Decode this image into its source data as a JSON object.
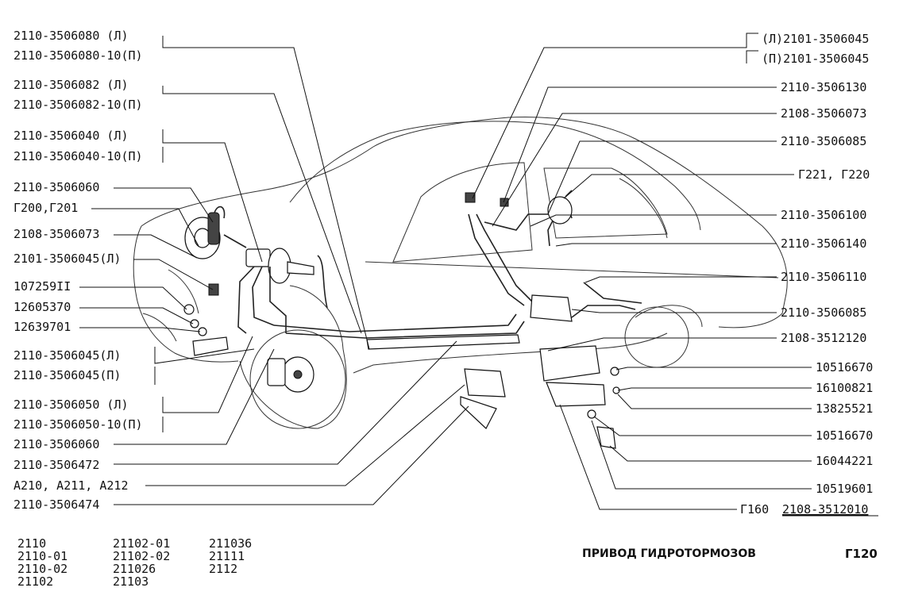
{
  "left_labels": [
    "2110-3506080    (Л)",
    "2110-3506080-10(П)",
    "2110-3506082    (Л)",
    "2110-3506082-10(П)",
    "2110-3506040    (Л)",
    "2110-3506040-10(П)",
    "2110-3506060",
    "Г200,Г201",
    "2108-3506073",
    "2101-3506045(Л)",
    "107259II",
    "12605370",
    "12639701",
    "2110-3506045(Л)",
    "2110-3506045(П)",
    "2110-3506050    (Л)",
    "2110-3506050-10(П)",
    "2110-3506060",
    "2110-3506472",
    "А210, А211, А212",
    "2110-3506474"
  ],
  "right_labels": [
    "(Л)2101-3506045",
    "(П)2101-3506045",
    "2110-3506130",
    "2108-3506073",
    "2110-3506085",
    "Г221, Г220",
    "2110-3506100",
    "2110-3506140",
    "2110-3506110",
    "2110-3506085",
    "2108-3512120",
    "10516670",
    "16100821",
    "13825521",
    "10516670",
    "16044221",
    "10519601",
    "Г160",
    "2108-3512010"
  ],
  "footer": {
    "col1": [
      "2110",
      "2110-01",
      "2110-02",
      "21102"
    ],
    "col2": [
      "21102-01",
      "21102-02",
      "211026",
      "21103"
    ],
    "col3": [
      "211036",
      "21111",
      "2112"
    ],
    "title": "ПРИВОД ГИДРОТОРМОЗОВ",
    "page": "Г120"
  }
}
